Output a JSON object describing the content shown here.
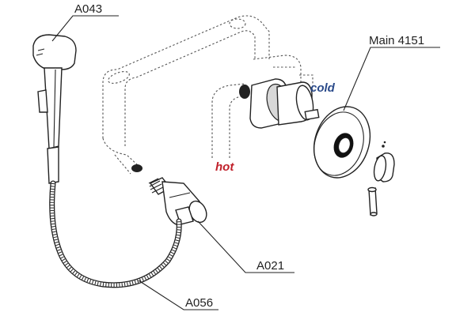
{
  "labels": {
    "hygienic_shower": "A043",
    "mixer": "Main 4151",
    "wall_outlet": "A021",
    "hose": "A056"
  },
  "water": {
    "hot": "hot",
    "cold": "cold"
  },
  "colors": {
    "hot": "#c0202a",
    "cold": "#2a4a8a",
    "line": "#222222"
  }
}
